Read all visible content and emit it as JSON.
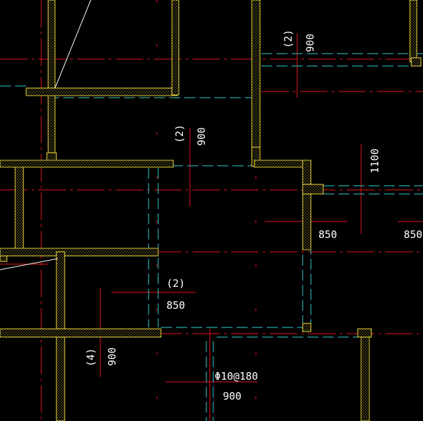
{
  "colors": {
    "background": "#000000",
    "axis_red": "#e8141e",
    "cyan_dash": "#2fd0d6",
    "wall_yellow": "#e6d23c",
    "label_white": "#ffffff"
  },
  "labels": {
    "top_right_count": "(2)",
    "top_right_len": "900",
    "mid_count": "(2)",
    "mid_len": "900",
    "right_len": "1100",
    "right_850_a": "850",
    "right_850_b": "850",
    "center_count": "(2)",
    "center_len": "850",
    "left_count": "(4)",
    "left_len": "900",
    "rebar_spec": "Φ10@180",
    "rebar_len": "900"
  }
}
